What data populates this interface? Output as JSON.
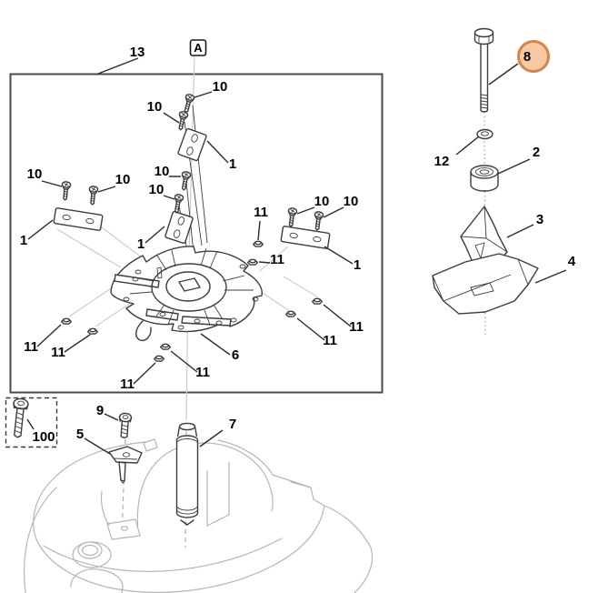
{
  "diagram": {
    "type": "exploded-parts-diagram",
    "frame": {
      "kit_callout": "13",
      "view_marker": "A"
    },
    "colors": {
      "ink": "#3d3d3d",
      "guide_gray": "#b5b5b5",
      "highlight_fill": "#f6c9a2",
      "highlight_stroke": "#d4854e"
    },
    "parts": {
      "blade_plate": {
        "number": "1"
      },
      "spacer": {
        "number": "2"
      },
      "deflector": {
        "number": "3"
      },
      "guard_plate": {
        "number": "4"
      },
      "bracket": {
        "number": "5"
      },
      "rotor_disc": {
        "number": "6"
      },
      "spindle_pin": {
        "number": "7"
      },
      "bolt": {
        "number": "8",
        "highlighted": true
      },
      "bracket_screw": {
        "number": "9"
      },
      "blade_screw": {
        "number": "10"
      },
      "lock_nut": {
        "number": "11"
      },
      "washer": {
        "number": "12"
      },
      "kit": {
        "number": "13"
      },
      "accessory_screw": {
        "number": "100"
      }
    }
  }
}
